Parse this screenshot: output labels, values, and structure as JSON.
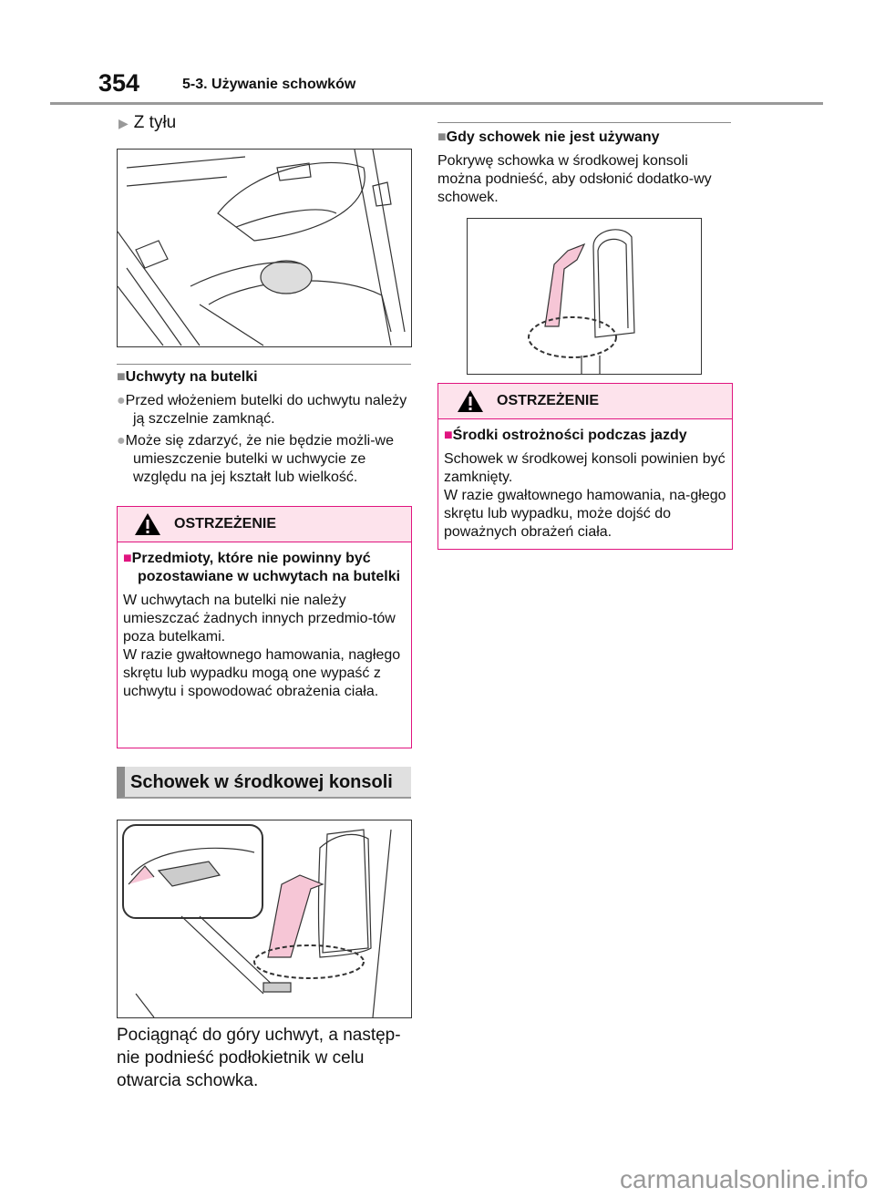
{
  "header": {
    "page_number": "354",
    "chapter": "5-3. Używanie schowków"
  },
  "left": {
    "subheading": "Z tyłu",
    "bottle_section": {
      "title": "Uchwyty na butelki",
      "bullets": [
        "Przed włożeniem butelki do uchwytu należy ją szczelnie zamknąć.",
        "Może się zdarzyć, że nie będzie możli-we umieszczenie butelki w uchwycie ze względu na jej kształt lub wielkość."
      ]
    },
    "warning": {
      "label": "OSTRZEŻENIE",
      "title": "Przedmioty, które nie powinny być pozostawiane w uchwytach na butelki",
      "body": [
        "W uchwytach na butelki nie należy umieszczać żadnych innych przedmio-tów poza butelkami.",
        "W razie gwałtownego hamowania, nagłego skrętu lub wypadku mogą one wypaść z uchwytu i spowodować obrażenia ciała."
      ]
    },
    "banner": "Schowek w środkowej konsoli",
    "caption": "Pociągnąć do góry uchwyt, a następ-nie podnieść podłokietnik w celu otwarcia schowka."
  },
  "right": {
    "section": {
      "title": "Gdy schowek nie jest używany",
      "body": "Pokrywę schowka w środkowej konsoli można podnieść, aby odsłonić dodatko-wy schowek."
    },
    "warning": {
      "label": "OSTRZEŻENIE",
      "title": "Środki ostrożności podczas jazdy",
      "body": [
        "Schowek w środkowej konsoli powinien być zamknięty.",
        "W razie gwałtownego hamowania, na-głego skrętu lub wypadku, może dojść do poważnych obrażeń ciała."
      ]
    }
  },
  "watermark": "carmanualsonline.info",
  "colors": {
    "warning_border": "#e0147f",
    "warning_bg": "#fde3ec",
    "arrow_fill": "#f6c6d6"
  }
}
